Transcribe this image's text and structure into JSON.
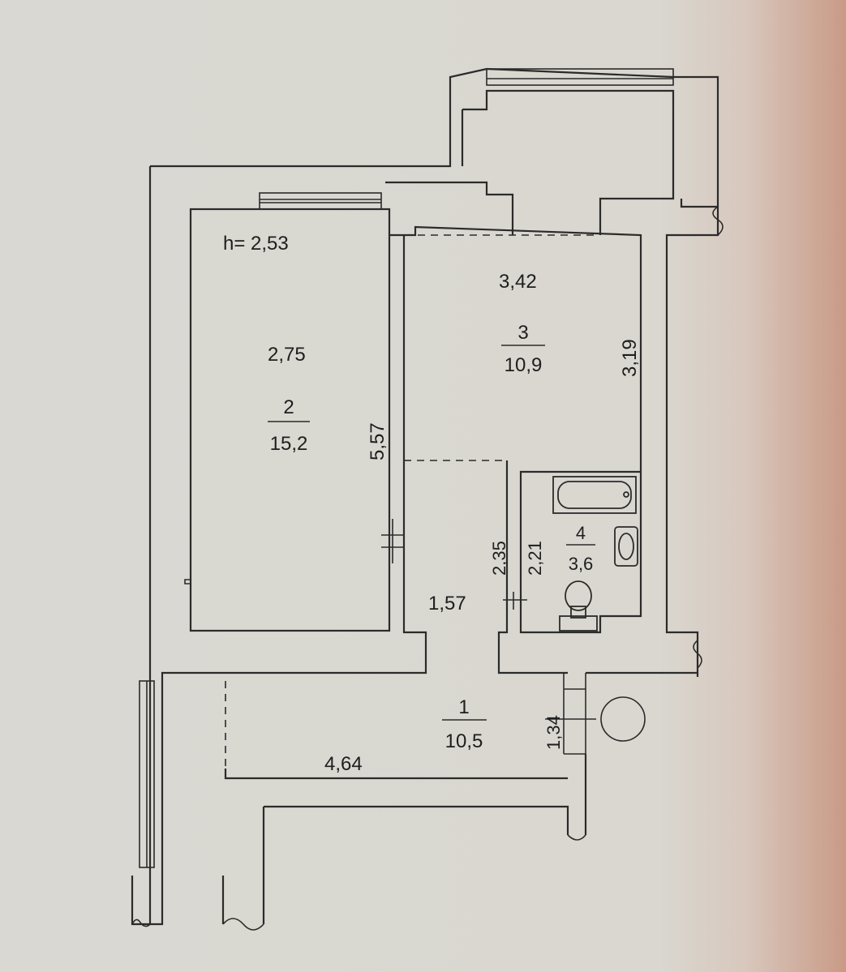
{
  "plan": {
    "ceiling_height": "h= 2,53",
    "rooms": [
      {
        "number": "1",
        "area": "10,5"
      },
      {
        "number": "2",
        "area": "15,2"
      },
      {
        "number": "3",
        "area": "10,9"
      },
      {
        "number": "4",
        "area": "3,6"
      }
    ],
    "dimensions": {
      "room2_width": "2,75",
      "room2_length": "5,57",
      "room3_width": "3,42",
      "room3_length": "3,19",
      "hall_width": "1,57",
      "hall_passage": "2,35",
      "bath_length": "2,21",
      "corridor_length": "4,64",
      "corridor_width": "1,34"
    }
  },
  "colors": {
    "line": "#2b2b2b",
    "paper": "#d9d8d2"
  }
}
